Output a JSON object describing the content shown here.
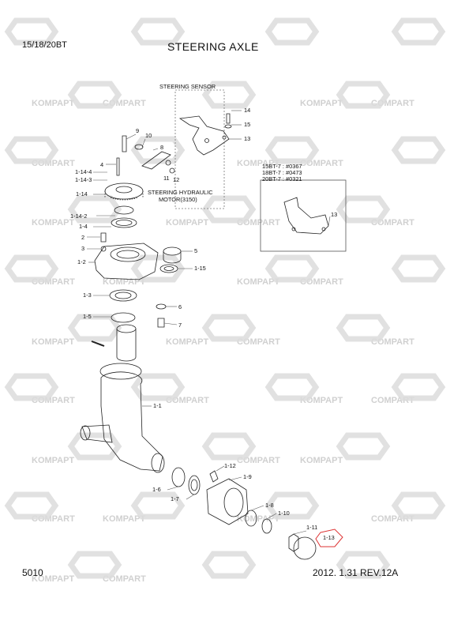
{
  "header": {
    "model": "15/18/20BT",
    "title": "STEERING AXLE"
  },
  "footer": {
    "page": "5010",
    "revision": "2012. 1.31  REV.12A"
  },
  "watermark": {
    "brand_a": "KOMPAPT",
    "brand_b": "COMPART",
    "color": "#d8d8d8"
  },
  "notes": {
    "sensor": "STEERING SENSOR",
    "motor_line1": "STEERING HYDRAULIC",
    "motor_line2": "MOTOR(3150)",
    "serial_1": "15BT-7 :  #0367",
    "serial_2": "18BT-7 :  #0473",
    "serial_3": "20BT-7 :  #0321"
  },
  "callouts": {
    "c14": "14",
    "c15": "15",
    "c13a": "13",
    "c9": "9",
    "c10": "10",
    "c8": "8",
    "c4": "4",
    "c11": "11",
    "c12": "12",
    "c1_14_4": "1-14-4",
    "c1_14_3": "1-14-3",
    "c1_14": "1-14",
    "c1_14_2": "1-14-2",
    "c1_4": "1-4",
    "c2": "2",
    "c3": "3",
    "c1_2": "1-2",
    "c5": "5",
    "c1_15": "1-15",
    "c1_3": "1-3",
    "c6": "6",
    "c1_5": "1-5",
    "c7": "7",
    "c1_1": "1-1",
    "c1_12": "1-12",
    "c1_9": "1-9",
    "c1_6": "1-6",
    "c1_7": "1-7",
    "c1_8": "1-8",
    "c1_10": "1-10",
    "c1_11": "1-11",
    "c1_13": "1-13",
    "c13b": "13"
  }
}
